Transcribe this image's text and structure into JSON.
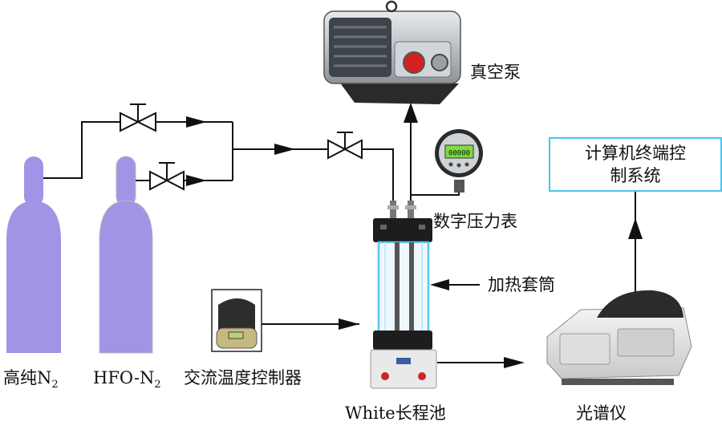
{
  "labels": {
    "vacuum_pump": "真空泵",
    "pressure_gauge": "数字压力表",
    "gauge_display": "00000",
    "computer_line1": "计算机终端控",
    "computer_line2": "制系统",
    "heating_jacket": "加热套筒",
    "cylinder_n2_main": "高纯N",
    "cylinder_n2_sub": "2",
    "cylinder_hfo_main": "HFO-N",
    "cylinder_hfo_sub": "2",
    "temp_controller": "交流温度控制器",
    "white_cell": "White长程池",
    "spectrometer": "光谱仪"
  },
  "colors": {
    "cylinder": "#a393e6",
    "computer_box_border": "#49c5e8",
    "gauge_screen": "#7ddc3f",
    "cell_glass": "#58c8ee",
    "line": "#111111"
  }
}
